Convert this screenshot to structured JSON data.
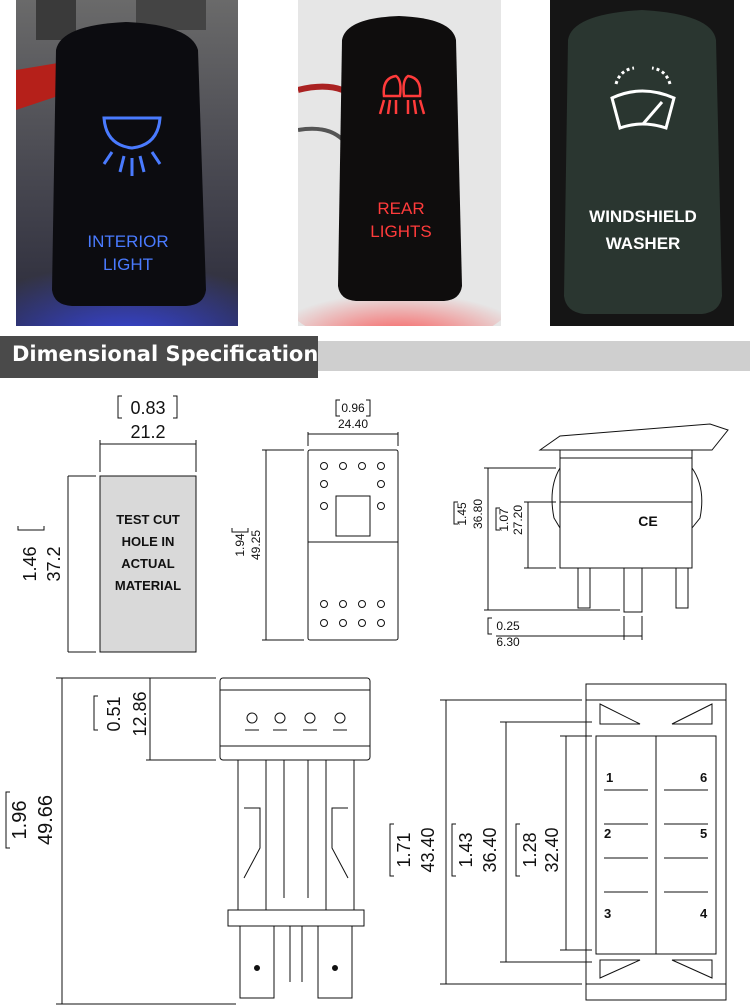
{
  "photos": [
    {
      "label_lines": [
        "INTERIOR",
        "LIGHT"
      ],
      "glow_color": "#3a4bff",
      "icon": "dome-light-icon"
    },
    {
      "label_lines": [
        "REAR",
        "LIGHTS"
      ],
      "glow_color": "#ff2a2a",
      "icon": "rear-work-lights-icon"
    },
    {
      "label_lines": [
        "WINDSHIELD",
        "WASHER"
      ],
      "glow_color": "#ffffff",
      "icon": "windshield-washer-icon"
    }
  ],
  "section_title": "Dimensional Specifications",
  "cutout": {
    "width_in": "0.83",
    "width_mm": "21.2",
    "height_in": "1.46",
    "height_mm": "37.2",
    "label_lines": [
      "TEST CUT",
      "HOLE IN",
      "ACTUAL",
      "MATERIAL"
    ]
  },
  "front": {
    "width_in": "0.96",
    "width_mm": "24.40",
    "height_in": "1.94",
    "height_mm": "49.25"
  },
  "side": {
    "height_in": "1.45",
    "height_mm": "36.80",
    "body_in": "1.07",
    "body_mm": "27.20",
    "terminal_in": "0.25",
    "terminal_mm": "6.30",
    "ce_mark": "CE"
  },
  "bottom_left": {
    "overall_in": "1.96",
    "overall_mm": "49.66",
    "head_in": "0.51",
    "head_mm": "12.86"
  },
  "bottom_right": {
    "a_in": "1.71",
    "a_mm": "43.40",
    "b_in": "1.43",
    "b_mm": "36.40",
    "c_in": "1.28",
    "c_mm": "32.40",
    "pins": [
      "1",
      "2",
      "3",
      "4",
      "5",
      "6"
    ]
  },
  "colors": {
    "banner_dark": "#4a4a4a",
    "banner_light": "#cfcfcf",
    "cutout_fill": "#d9d9d9"
  }
}
